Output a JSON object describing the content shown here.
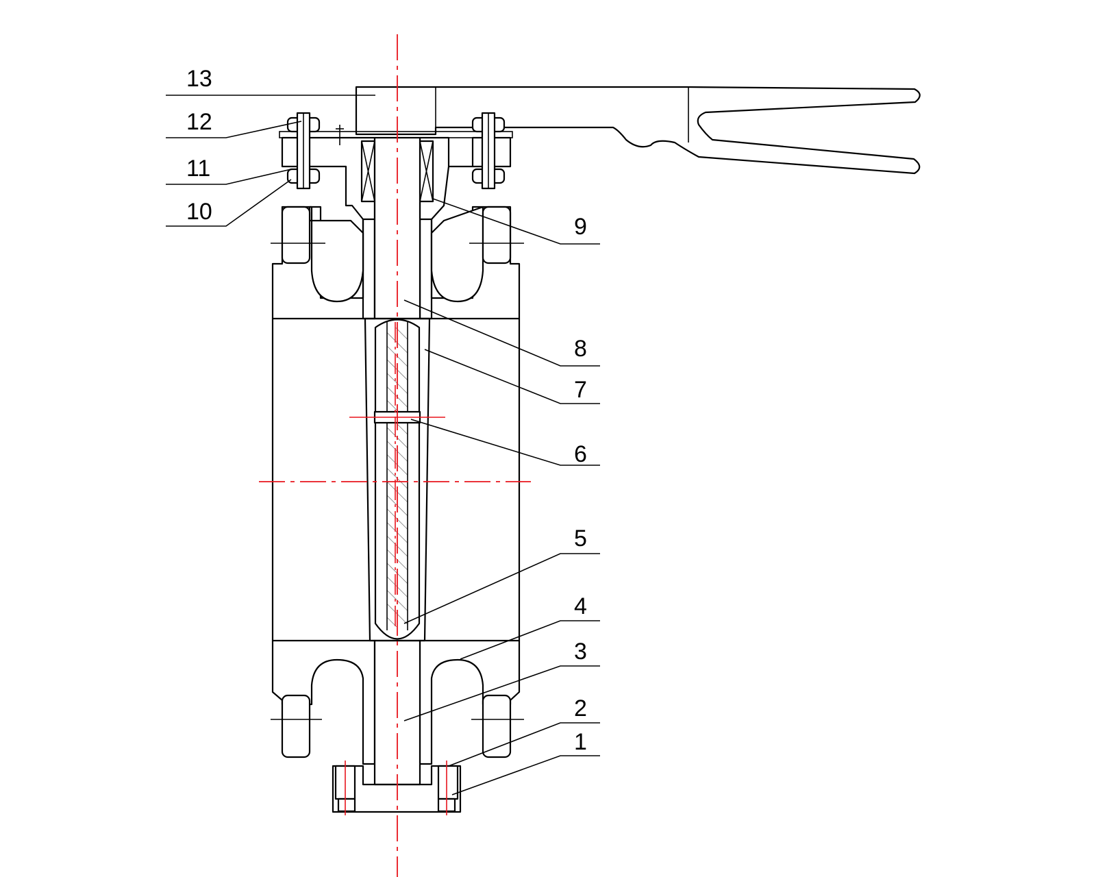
{
  "diagram": {
    "part_labels": [
      "1",
      "2",
      "3",
      "4",
      "5",
      "6",
      "7",
      "8",
      "9",
      "10",
      "11",
      "12",
      "13"
    ],
    "colors": {
      "outline": "#000000",
      "centerline": "#e8141c",
      "background": "#ffffff"
    }
  }
}
